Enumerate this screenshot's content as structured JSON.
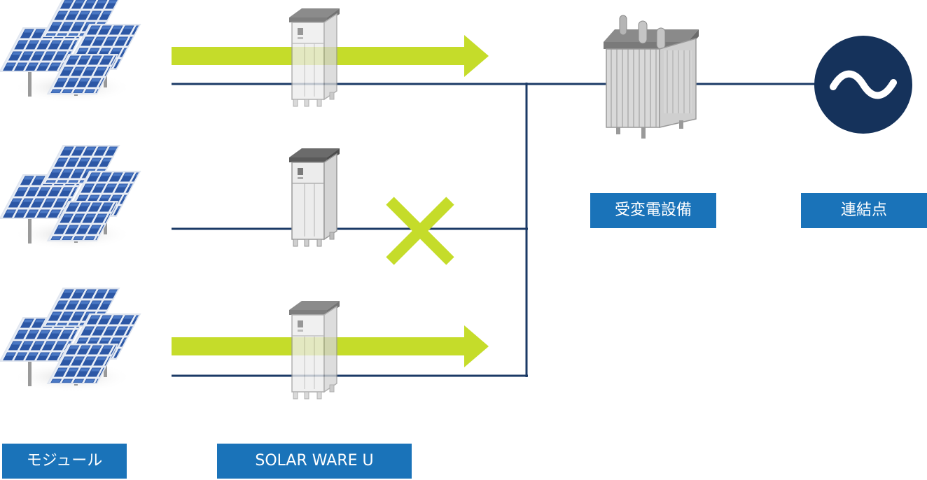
{
  "labels": {
    "module": "モジュール",
    "inverter": "SOLAR WARE U",
    "substation": "受変電設備",
    "grid": "連結点"
  },
  "grid_symbol": "~",
  "colors": {
    "line": "#1b3a66",
    "arrow": "#c5dc2a",
    "label_bg": "#1a73b9",
    "label_text": "#ffffff",
    "grid_circle": "#15325b",
    "panel_cell": "#2c57a5",
    "cabinet_body": "#e8e8e8",
    "cabinet_top": "#6b6b6b"
  },
  "icons": [
    "solar-panel-icon",
    "inverter-cabinet-icon",
    "transformer-icon",
    "ac-grid-icon",
    "cross-mark-icon"
  ]
}
